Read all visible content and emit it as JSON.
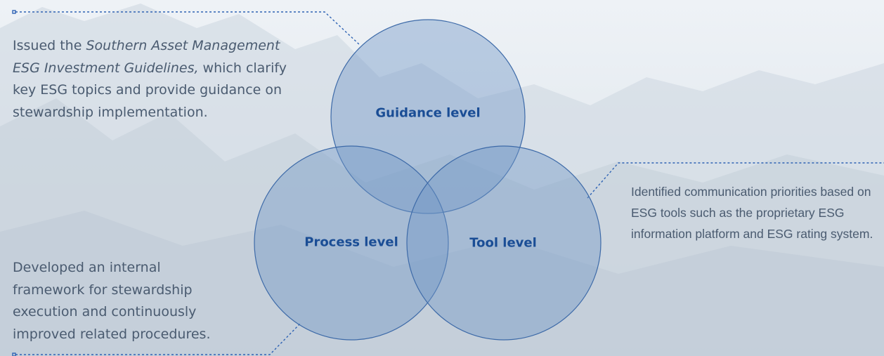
{
  "colors": {
    "circle_fill": "#6f95c6",
    "circle_stroke": "#3d6aa8",
    "label_text": "#1a4d95",
    "body_text": "#4a5b70",
    "connector": "#2f63b4"
  },
  "diagram": {
    "circles": [
      {
        "label": "Guidance level"
      },
      {
        "label": "Process level"
      },
      {
        "label": "Tool level"
      }
    ],
    "notes": {
      "guidance": {
        "prefix": "Issued the ",
        "italic": "Southern Asset Management ESG Investment Guidelines,",
        "suffix": " which clarify key ESG topics and provide guidance on stewardship implementation."
      },
      "process": "Developed an internal framework for stewardship execution and continuously improved related procedures.",
      "tool": "Identified communication priorities based on ESG tools such as the proprietary ESG information platform and ESG rating system."
    }
  }
}
